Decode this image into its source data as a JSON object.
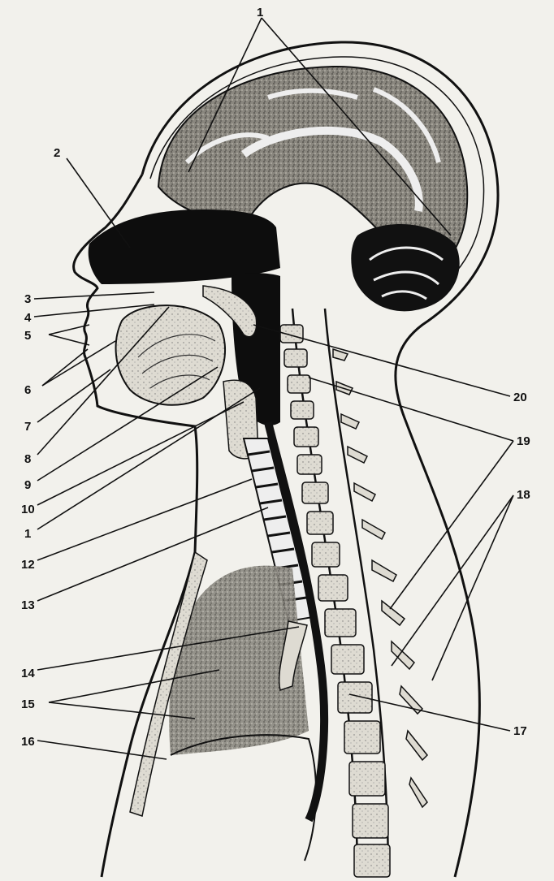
{
  "labels": {
    "l1_top": "1",
    "l2": "2",
    "l3": "3",
    "l4": "4",
    "l5": "5",
    "l6": "6",
    "l7": "7",
    "l8": "8",
    "l9": "9",
    "l10": "10",
    "l11": "1",
    "l12": "12",
    "l13": "13",
    "l14": "14",
    "l15": "15",
    "l16": "16",
    "l17": "17",
    "l18": "18",
    "l19": "19",
    "l20": "20"
  },
  "colors": {
    "paper": "#f2f1ec",
    "ink": "#111111",
    "stipple": "#7d7a72",
    "cavity": "#0d0d0d"
  }
}
